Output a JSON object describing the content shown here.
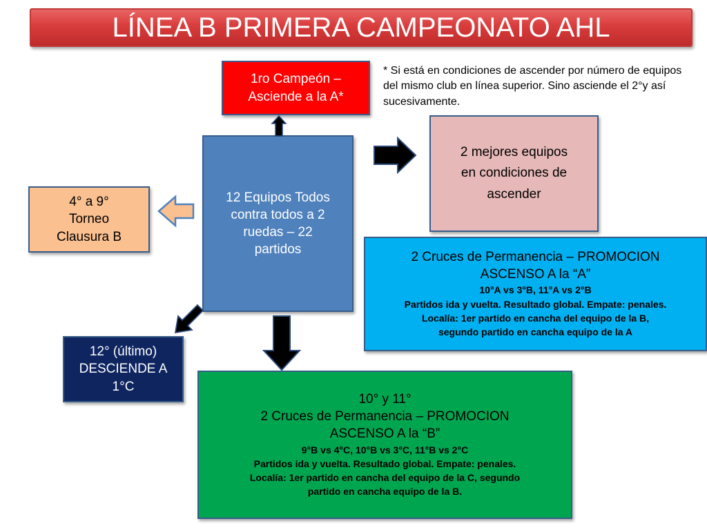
{
  "title": "LÍNEA B PRIMERA CAMPEONATO AHL",
  "champion": {
    "line1": "1ro Campeón –",
    "line2": "Asciende a la A*"
  },
  "note": "* Si está en condiciones de ascender por número de equipos del mismo club en línea superior. Sino asciende el 2°y así sucesivamente.",
  "center": {
    "line1": "12 Equipos Todos",
    "line2": "contra todos a 2",
    "line3": "ruedas – 22",
    "line4": "partidos"
  },
  "best": {
    "line1": "2 mejores equipos",
    "line2": "en condiciones de",
    "line3": "ascender"
  },
  "clausura": {
    "line1": "4° a 9°",
    "line2": "Torneo",
    "line3": "Clausura B"
  },
  "promo_a": {
    "line1": "2 Cruces de Permanencia – PROMOCION",
    "line2": "ASCENSO A la “A”",
    "line3": "10°A vs 3°B, 11°A vs 2°B",
    "line4": "Partidos ida y vuelta. Resultado global. Empate: penales.",
    "line5": "Localía: 1er partido en cancha del equipo de la B,",
    "line6": "segundo partido en cancha equipo de la A"
  },
  "last": {
    "line1": "12° (último)",
    "line2": "DESCIENDE A",
    "line3": "1°C"
  },
  "promo_b": {
    "line1": "10° y 11°",
    "line2": "2 Cruces de Permanencia – PROMOCION",
    "line3": "ASCENSO A la “B”",
    "line4": "9°B vs 4°C, 10°B vs 3°C, 11°B vs 2°C",
    "line5": "Partidos ida y vuelta. Resultado global. Empate: penales.",
    "line6": "Localía: 1er partido en cancha del equipo de la C, segundo",
    "line7": "partido en cancha equipo de la B."
  },
  "colors": {
    "title": "#d93c3c",
    "champion": "#ff0000",
    "center": "#4f81bd",
    "best": "#e6b9b8",
    "clausura": "#fac090",
    "promo_a": "#00b0f0",
    "last": "#0f2560",
    "promo_b": "#00a550"
  }
}
